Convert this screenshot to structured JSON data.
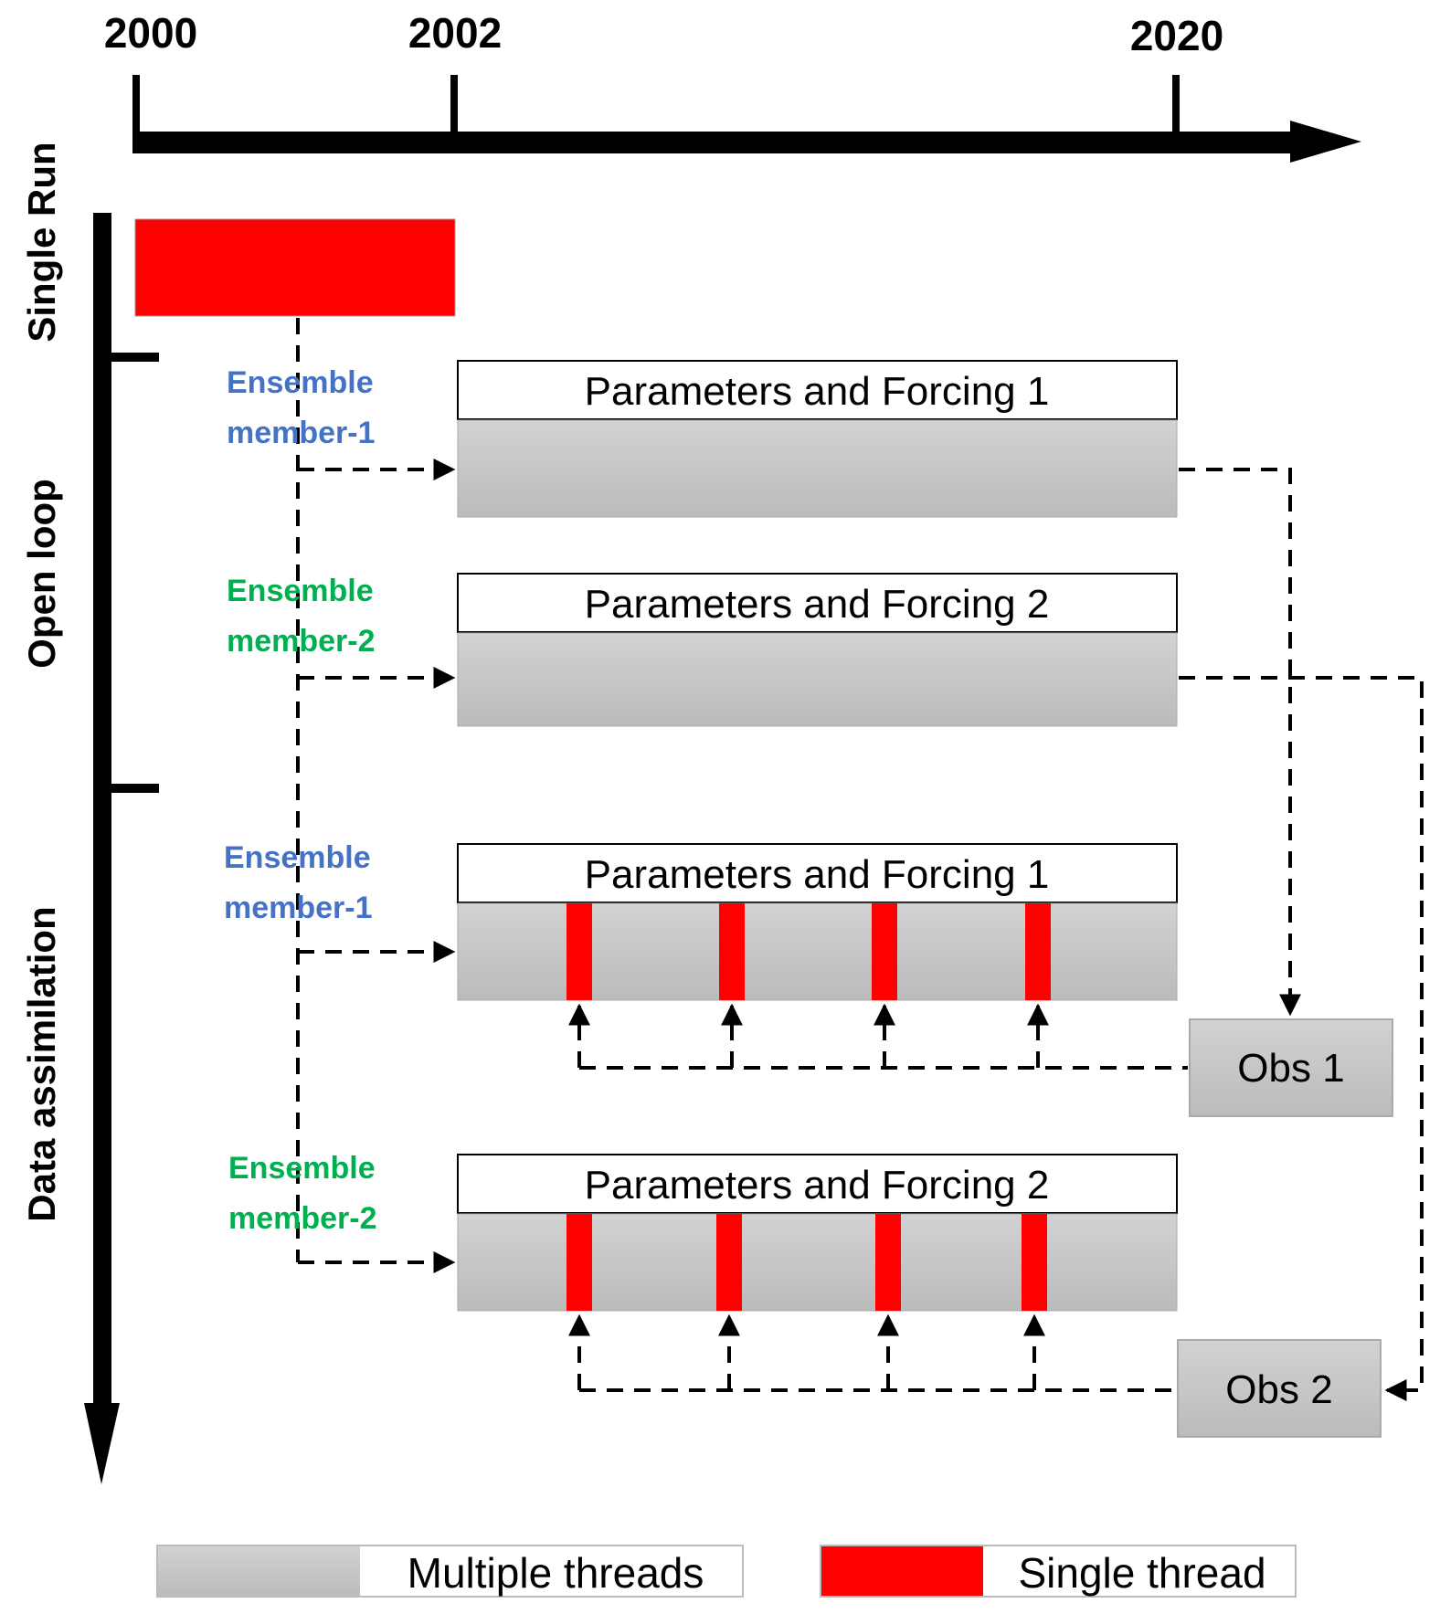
{
  "timeline": {
    "ticks": [
      "2000",
      "2002",
      "2020"
    ]
  },
  "phases": {
    "single_run": "Single Run",
    "open_loop": "Open loop",
    "data_assimilation": "Data assimilation"
  },
  "open_loop": {
    "members": [
      {
        "label_line1": "Ensemble",
        "label_line2": "member-1",
        "color": "#4472C4",
        "box_title": "Parameters and Forcing  1"
      },
      {
        "label_line1": "Ensemble",
        "label_line2": "member-2",
        "color": "#00B050",
        "box_title": "Parameters and Forcing  2"
      }
    ]
  },
  "data_assimilation": {
    "members": [
      {
        "label_line1": "Ensemble",
        "label_line2": "member-1",
        "color": "#4472C4",
        "box_title": "Parameters and Forcing  1",
        "obs": "Obs 1",
        "assimilation_steps": 4
      },
      {
        "label_line1": "Ensemble",
        "label_line2": "member-2",
        "color": "#00B050",
        "box_title": "Parameters and Forcing  2",
        "obs": "Obs 2",
        "assimilation_steps": 4
      }
    ]
  },
  "legend": {
    "multiple_threads": "Multiple threads",
    "single_thread": "Single thread"
  },
  "colors": {
    "single_thread": "#FF0000",
    "multiple_threads_top": "#D2D2D2",
    "multiple_threads_bottom": "#BDBDBD",
    "ensemble_1": "#4472C4",
    "ensemble_2": "#00B050"
  }
}
